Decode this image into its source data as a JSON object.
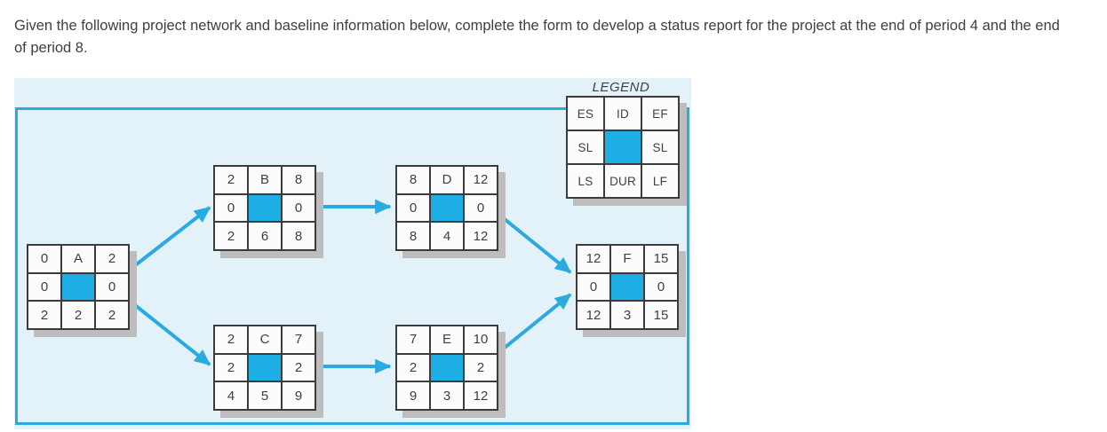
{
  "heading": "Given the following project network and baseline information below, complete the form to develop a status report for the project at the end of period 4 and the end of period 8.",
  "colors": {
    "panel_background": "#E3F1F9",
    "accent_blue": "#29ABE2",
    "node_center_fill": "#1CAEE4",
    "node_border": "#3B3B3B",
    "node_shadow": "#BDBDBD",
    "text": "#3E3E48"
  },
  "legend": {
    "title": "LEGEND",
    "top_row": [
      "ES",
      "ID",
      "EF"
    ],
    "middle_row": [
      "SL",
      "SL"
    ],
    "bottom_row": [
      "LS",
      "DUR",
      "LF"
    ]
  },
  "network": {
    "nodes": [
      {
        "id": "A",
        "es": "0",
        "ef": "2",
        "sl_left": "0",
        "sl_right": "0",
        "ls": "2",
        "dur": "2",
        "lf": "2"
      },
      {
        "id": "B",
        "es": "2",
        "ef": "8",
        "sl_left": "0",
        "sl_right": "0",
        "ls": "2",
        "dur": "6",
        "lf": "8"
      },
      {
        "id": "C",
        "es": "2",
        "ef": "7",
        "sl_left": "2",
        "sl_right": "2",
        "ls": "4",
        "dur": "5",
        "lf": "9"
      },
      {
        "id": "D",
        "es": "8",
        "ef": "12",
        "sl_left": "0",
        "sl_right": "0",
        "ls": "8",
        "dur": "4",
        "lf": "12"
      },
      {
        "id": "E",
        "es": "7",
        "ef": "10",
        "sl_left": "2",
        "sl_right": "2",
        "ls": "9",
        "dur": "3",
        "lf": "12"
      },
      {
        "id": "F",
        "es": "12",
        "ef": "15",
        "sl_left": "0",
        "sl_right": "0",
        "ls": "12",
        "dur": "3",
        "lf": "15"
      }
    ],
    "edges": [
      {
        "from": "A",
        "to": "B"
      },
      {
        "from": "A",
        "to": "C"
      },
      {
        "from": "B",
        "to": "D"
      },
      {
        "from": "C",
        "to": "E"
      },
      {
        "from": "D",
        "to": "F"
      },
      {
        "from": "E",
        "to": "F"
      }
    ]
  }
}
